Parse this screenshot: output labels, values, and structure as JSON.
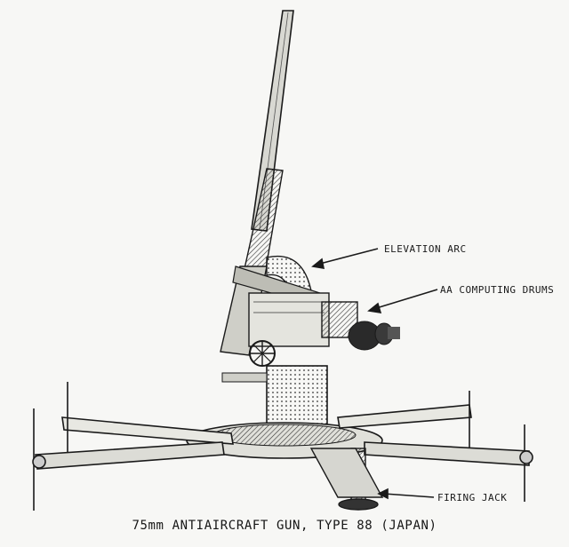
{
  "labels": {
    "elevation_arc": "ELEVATION ARC",
    "aa_computing_drums": "AA COMPUTING DRUMS",
    "firing_jack": "FIRING JACK"
  },
  "caption": "75mm ANTIAIRCRAFT GUN, TYPE 88 (JAPAN)",
  "colors": {
    "ink": "#1a1a1a",
    "paper": "#f7f7f5"
  }
}
